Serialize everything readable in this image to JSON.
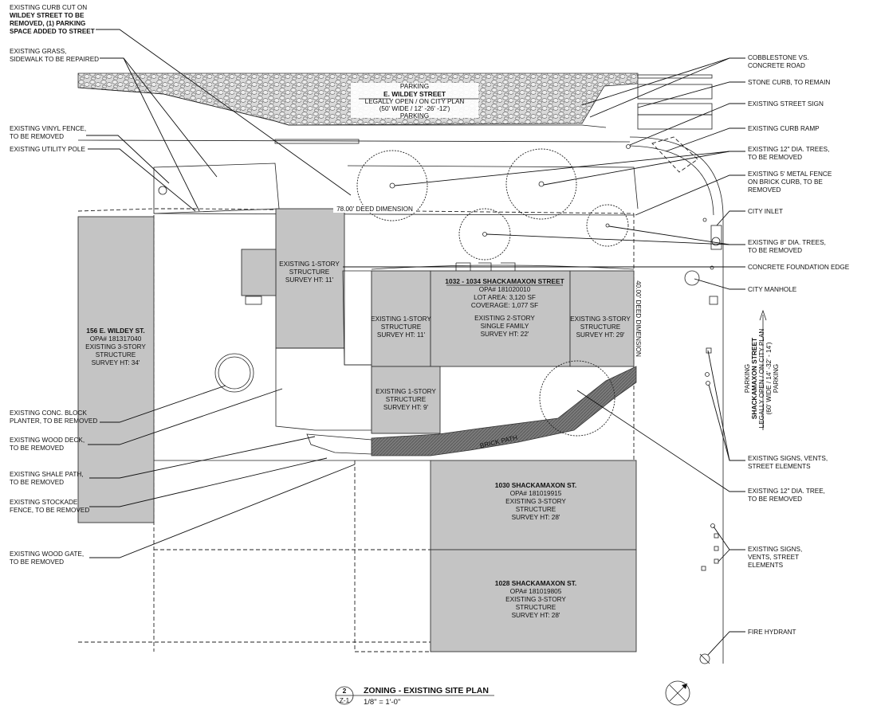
{
  "callouts_left": [
    [
      "EXISTING CURB CUT ON",
      "WILDEY STREET TO BE",
      "REMOVED, (1) PARKING",
      "SPACE ADDED TO STREET"
    ],
    [
      "EXISTING GRASS,",
      "SIDEWALK TO BE REPAIRED"
    ],
    [
      "EXISTING VINYL FENCE,",
      "TO BE REMOVED"
    ],
    [
      "EXISTING UTILITY POLE"
    ],
    [
      "EXISTING CONC. BLOCK",
      "PLANTER, TO BE REMOVED"
    ],
    [
      "EXISTING WOOD DECK,",
      "TO BE REMOVED"
    ],
    [
      "EXISTING SHALE PATH,",
      "TO BE REMOVED"
    ],
    [
      "EXISTING STOCKADE",
      "FENCE, TO BE REMOVED"
    ],
    [
      "EXISTING WOOD GATE,",
      "TO BE REMOVED"
    ]
  ],
  "callouts_right": [
    [
      "COBBLESTONE VS.",
      "CONCRETE ROAD"
    ],
    [
      "STONE CURB, TO REMAIN"
    ],
    [
      "EXISTING STREET SIGN"
    ],
    [
      "EXISTING CURB RAMP"
    ],
    [
      "EXISTING 12\" DIA. TREES,",
      "TO BE REMOVED"
    ],
    [
      "EXISTING 5' METAL FENCE",
      "ON BRICK CURB, TO BE",
      "REMOVED"
    ],
    [
      "CITY INLET"
    ],
    [
      "EXISTING 8\" DIA. TREES,",
      "TO BE REMOVED"
    ],
    [
      "CONCRETE FOUNDATION EDGE"
    ],
    [
      "CITY MANHOLE"
    ],
    [
      "EXISTING SIGNS, VENTS,",
      "STREET ELEMENTS"
    ],
    [
      "EXISTING 12\" DIA. TREE,",
      "TO BE REMOVED"
    ],
    [
      "EXISTING SIGNS,",
      "VENTS, STREET",
      "ELEMENTS"
    ],
    [
      "FIRE HYDRANT"
    ]
  ],
  "wildey_street": {
    "parking_top": "PARKING",
    "name": "E. WILDEY STREET",
    "line1": "LEGALLY OPEN / ON CITY PLAN",
    "line2": "(50' WIDE / 12' -26' -12')",
    "parking_bottom": "PARKING"
  },
  "shackamaxon_street": {
    "parking_left": "PARKING",
    "name": "SHACKAMAXON STREET",
    "line1": "LEGALLY OPEN / ON CITY PLAN",
    "line2": "(60' WIDE / 14' -32' - 14')",
    "parking_right": "PARKING"
  },
  "dimensions": {
    "deed_width": "78.00' DEED DIMENSION",
    "deed_depth": "40.00' DEED DIMENSION"
  },
  "structures": {
    "one_story_top": [
      "EXISTING 1-STORY",
      "STRUCTURE",
      "SURVEY HT: 11'"
    ],
    "subject_lot": [
      "1032 - 1034 SHACKAMAXON STREET",
      "OPA# 181020010",
      "LOT AREA: 3,120 SF",
      "COVERAGE: 1,077 SF"
    ],
    "one_story_left": [
      "EXISTING 1-STORY",
      "STRUCTURE",
      "SURVEY HT: 11'"
    ],
    "two_story": [
      "EXISTING 2-STORY",
      "SINGLE FAMILY",
      "SURVEY HT: 22'"
    ],
    "three_story": [
      "EXISTING 3-STORY",
      "STRUCTURE",
      "SURVEY HT: 29'"
    ],
    "one_story_low": [
      "EXISTING 1-STORY",
      "STRUCTURE",
      "SURVEY HT: 9'"
    ],
    "wildey_156": [
      "156 E. WILDEY ST.",
      "OPA# 181317040",
      "EXISTING 3-STORY",
      "STRUCTURE",
      "SURVEY HT: 34'"
    ],
    "shack_1030": [
      "1030 SHACKAMAXON ST.",
      "OPA# 181019915",
      "EXISTING 3-STORY",
      "STRUCTURE",
      "SURVEY HT: 28'"
    ],
    "shack_1028": [
      "1028 SHACKAMAXON ST.",
      "OPA# 181019805",
      "EXISTING 3-STORY",
      "STRUCTURE",
      "SURVEY HT: 28'"
    ]
  },
  "brick_path": "BRICK PATH",
  "title_block": {
    "number": "2",
    "sheet": "Z-1",
    "title": "ZONING - EXISTING SITE PLAN",
    "scale": "1/8\" = 1'-0\""
  },
  "colors": {
    "building_fill": "#c4c4c4",
    "path_fill": "#6e6e6e",
    "ink": "#111111"
  }
}
